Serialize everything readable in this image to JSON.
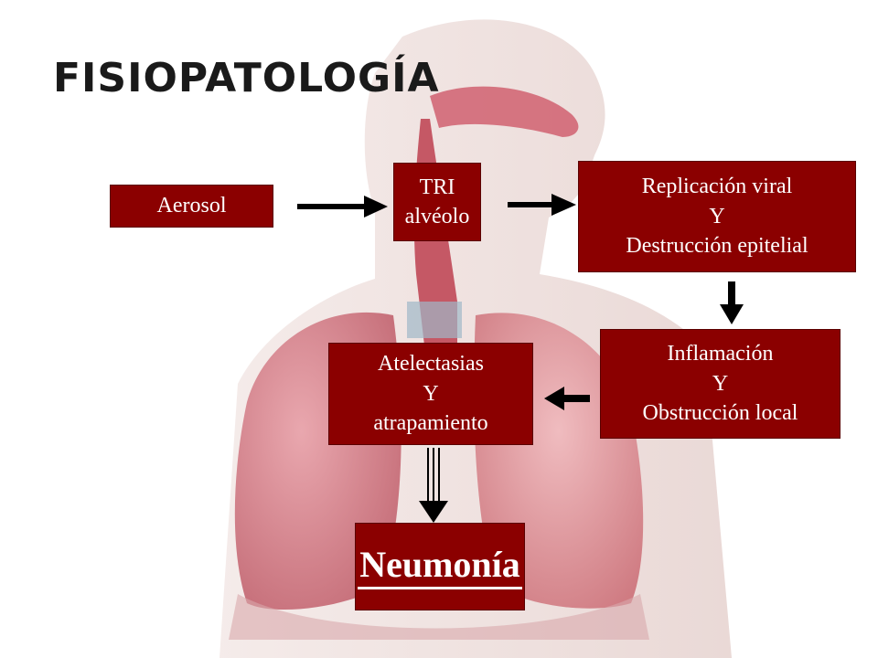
{
  "title": "FISIOPATOLOGÍA",
  "colors": {
    "box_fill": "#8b0000",
    "box_text": "#ffffff",
    "title": "#1a1a1a",
    "arrow": "#000000"
  },
  "nodes": {
    "aerosol": {
      "lines": [
        "Aerosol"
      ]
    },
    "tri": {
      "lines": [
        "TRI",
        "alvéolo"
      ]
    },
    "replicacion": {
      "lines": [
        "Replicación viral",
        "Y",
        "Destrucción epitelial"
      ]
    },
    "inflamacion": {
      "lines": [
        "Inflamación",
        "Y",
        "Obstrucción local"
      ]
    },
    "atelectasias": {
      "lines": [
        "Atelectasias",
        "Y",
        "atrapamiento"
      ]
    },
    "neumonia": {
      "lines": [
        "Neumonía"
      ]
    }
  },
  "edges": [
    {
      "from": "aerosol",
      "to": "tri"
    },
    {
      "from": "tri",
      "to": "replicacion"
    },
    {
      "from": "replicacion",
      "to": "inflamacion"
    },
    {
      "from": "inflamacion",
      "to": "atelectasias"
    },
    {
      "from": "atelectasias",
      "to": "neumonia"
    }
  ]
}
